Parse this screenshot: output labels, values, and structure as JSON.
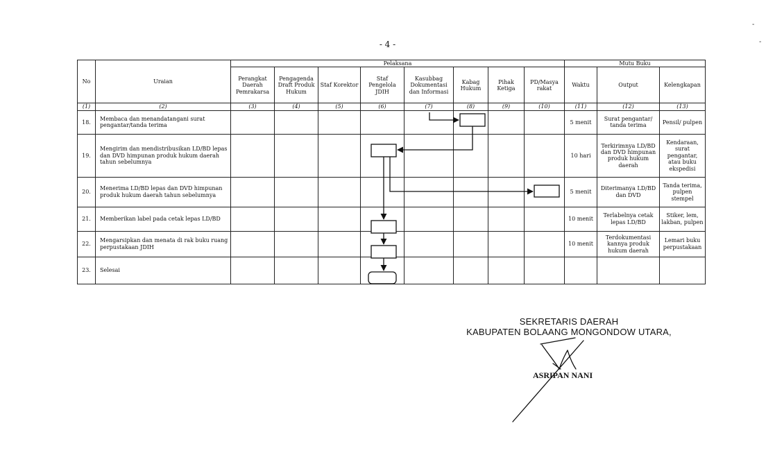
{
  "page_number": "- 4 -",
  "corner_marks": [
    "-",
    "-"
  ],
  "table": {
    "group_headers": {
      "pelaksana": "Pelaksana",
      "mutu_buku": "Mutu Buku"
    },
    "columns": [
      "No",
      "Uraian",
      "Perangkat Daerah Pemrakarsa",
      "Pengagenda Draft Produk Hukum",
      "Staf Korektor",
      "Staf Pengelola JDIH",
      "Kasubbag Dokumentasi dan Informasi",
      "Kabag Hukum",
      "Pihak Ketiga",
      "PD/Masya rakat",
      "Waktu",
      "Output",
      "Kelengkapan"
    ],
    "column_index": [
      "(1)",
      "(2)",
      "(3)",
      "(4)",
      "(5)",
      "(6)",
      "(7)",
      "(8)",
      "(9)",
      "(10)",
      "(11)",
      "(12)",
      "(13)"
    ],
    "rows": [
      {
        "no": "18.",
        "uraian": "Membaca dan menandatangani surat pengantar/tanda terima",
        "waktu": "5 menit",
        "output": "Surat pengantar/ tanda terima",
        "kelengkapan": "Pensil/ pulpen"
      },
      {
        "no": "19.",
        "uraian": "Mengirim dan mendistribusikan LD/BD lepas dan DVD himpunan produk hukum daerah tahun sebelumnya",
        "waktu": "10 hari",
        "output": "Terkirimnya LD/BD dan DVD himpunan produk hukum daerah",
        "kelengkapan": "Kendaraan, surat pengantar, atau buku ekspedisi"
      },
      {
        "no": "20.",
        "uraian": "Menerima LD/BD lepas dan DVD himpunan produk hukum daerah tahun sebelumnya",
        "waktu": "5 menit",
        "output": "Diterimanya LD/BD dan DVD",
        "kelengkapan": "Tanda terima, pulpen stempel"
      },
      {
        "no": "21.",
        "uraian": "Memberikan label pada cetak lepas LD/BD",
        "waktu": "10 menit",
        "output": "Terlabelnya cetak lepas LD/BD",
        "kelengkapan": "Stiker, lem, lakban, pulpen"
      },
      {
        "no": "22.",
        "uraian": "Mengarsipkan dan menata di rak buku ruang perpustakaan JDIH",
        "waktu": "10 menit",
        "output": "Terdokumentasi kannya produk hukum daerah",
        "kelengkapan": "Lemari buku perpustakaan"
      },
      {
        "no": "23.",
        "uraian": "Selesai",
        "waktu": "",
        "output": "",
        "kelengkapan": ""
      }
    ]
  },
  "signature": {
    "line1": "SEKRETARIS DAERAH",
    "line2": "KABUPATEN BOLAANG MONGONDOW UTARA,",
    "name": "ASRIPAN NANI"
  }
}
